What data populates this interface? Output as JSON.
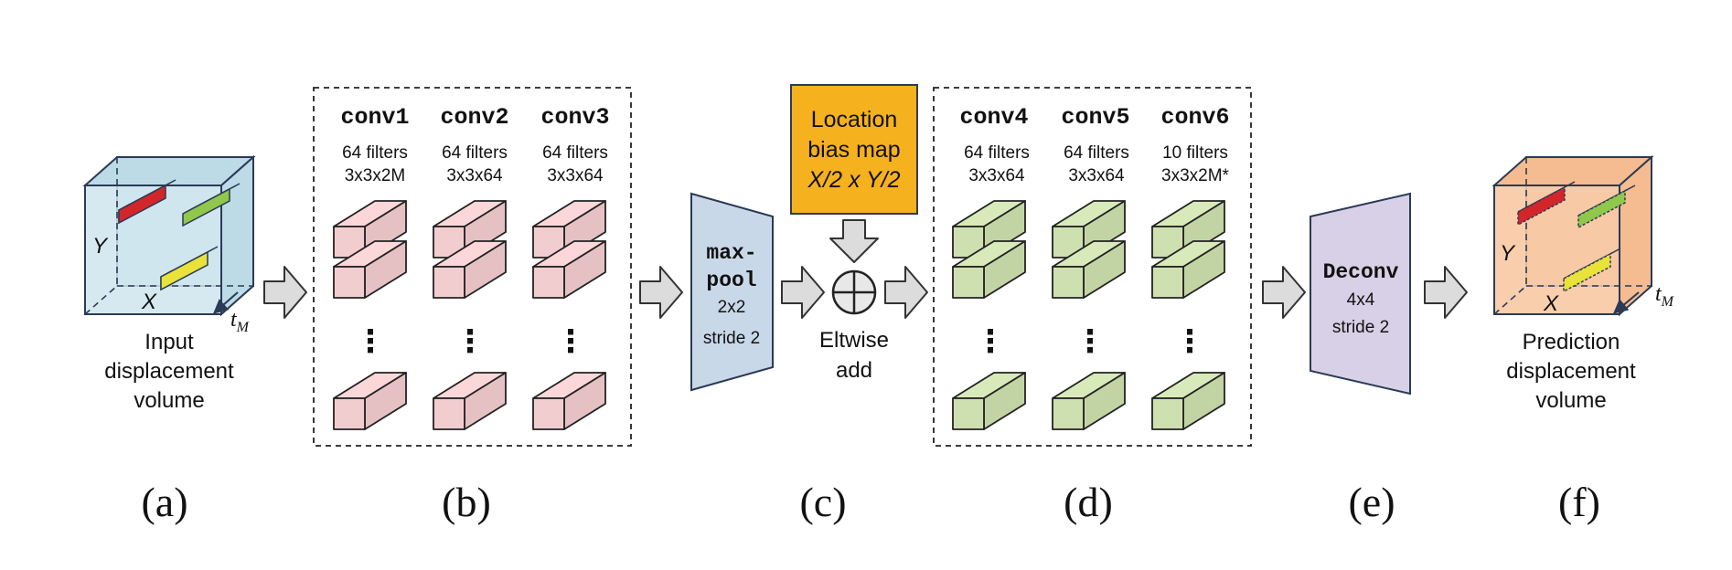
{
  "input_volume": {
    "axis_y": "Y",
    "axis_x": "X",
    "time_label": "t",
    "time_sub": "M",
    "caption": [
      "Input",
      "displacement",
      "volume"
    ],
    "bar_colors": [
      "#d2262a",
      "#8fc84a",
      "#e8e23a"
    ],
    "face_color": "#d4e8f0"
  },
  "conv_group_1": {
    "layers": [
      {
        "name": "conv1",
        "filters": "64 filters",
        "kernel": "3x3x2M"
      },
      {
        "name": "conv2",
        "filters": "64 filters",
        "kernel": "3x3x64"
      },
      {
        "name": "conv3",
        "filters": "64 filters",
        "kernel": "3x3x64"
      }
    ],
    "block_color": "#f2cdcf",
    "ellipsis": "⋮"
  },
  "maxpool": {
    "name": "max-",
    "name2": "pool",
    "size": "2x2",
    "stride": "stride 2",
    "color": "#c9d8e8"
  },
  "location_bias": {
    "lines": [
      "Location",
      "bias map",
      "X/2 x Y/2"
    ],
    "color": "#f5b11e"
  },
  "eltwise": {
    "lines": [
      "Eltwise",
      "add"
    ]
  },
  "conv_group_2": {
    "layers": [
      {
        "name": "conv4",
        "filters": "64 filters",
        "kernel": "3x3x64"
      },
      {
        "name": "conv5",
        "filters": "64 filters",
        "kernel": "3x3x64"
      },
      {
        "name": "conv6",
        "filters": "10 filters",
        "kernel": "3x3x2M*"
      }
    ],
    "block_color": "#cfe0b0",
    "ellipsis": "⋮"
  },
  "deconv": {
    "name": "Deconv",
    "size": "4x4",
    "stride": "stride 2",
    "color": "#d8d0e6"
  },
  "output_volume": {
    "axis_y": "Y",
    "axis_x": "X",
    "time_label": "t",
    "time_sub": "M",
    "caption": [
      "Prediction",
      "displacement",
      "volume"
    ],
    "face_color": "#f7cba8"
  },
  "panel_labels": [
    "(a)",
    "(b)",
    "(c)",
    "(d)",
    "(e)",
    "(f)"
  ]
}
